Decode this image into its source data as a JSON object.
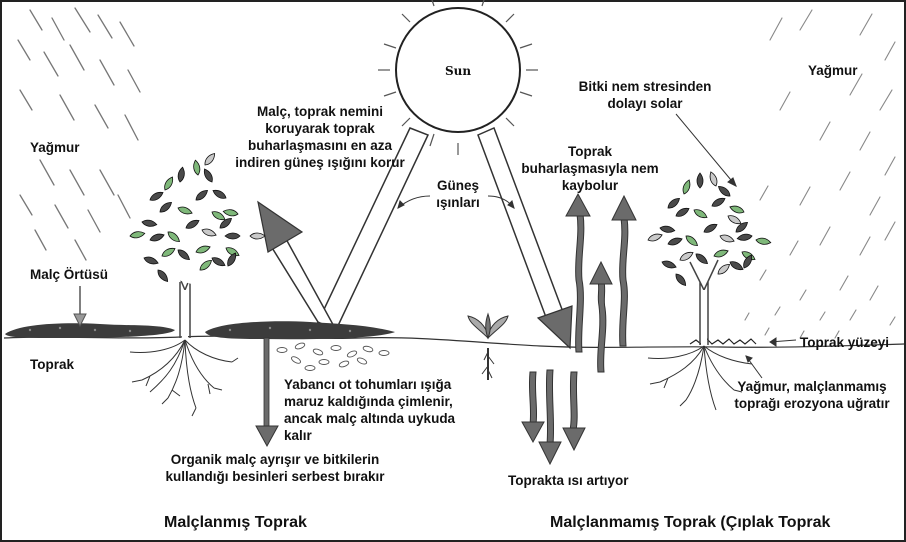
{
  "sun": {
    "label": "Sun"
  },
  "left": {
    "rain": "Yağmur",
    "mulch_cover": "Malç Örtüsü",
    "soil": "Toprak",
    "mulch_protects": [
      "Malç, toprak nemini",
      "koruyarak toprak",
      "buharlaşmasını en aza",
      "indiren güneş ışığını korur"
    ],
    "weed_seeds": [
      "Yabancı ot tohumları ışığa",
      "maruz kaldığında çimlenir,",
      "ancak malç altında uykuda",
      "kalır"
    ],
    "organic_mulch": [
      "Organik malç ayrışır ve bitkilerin",
      "kullandığı besinleri serbest bırakır"
    ],
    "caption": "Malçlanmış Toprak"
  },
  "center": {
    "sun_rays": [
      "Güneş",
      "ışınları"
    ]
  },
  "right": {
    "rain": "Yağmur",
    "wilting": [
      "Bitki nem stresinden",
      "dolayı solar"
    ],
    "evaporation": [
      "Toprak",
      "buharlaşmasıyla nem",
      "kaybolur"
    ],
    "soil_surface": "Toprak yüzeyi",
    "erosion": [
      "Yağmur, malçlanmamış",
      "toprağı erozyona uğratır"
    ],
    "soil_heat": "Toprakta ısı artıyor",
    "caption": "Malçlanmamış Toprak (Çıplak Toprak"
  },
  "colors": {
    "leaf_dark": "#4a4a4a",
    "leaf_green": "#7fb87a",
    "arrow_gray": "#6b6b6b",
    "mulch": "#3c3c3c",
    "border": "#222222"
  }
}
